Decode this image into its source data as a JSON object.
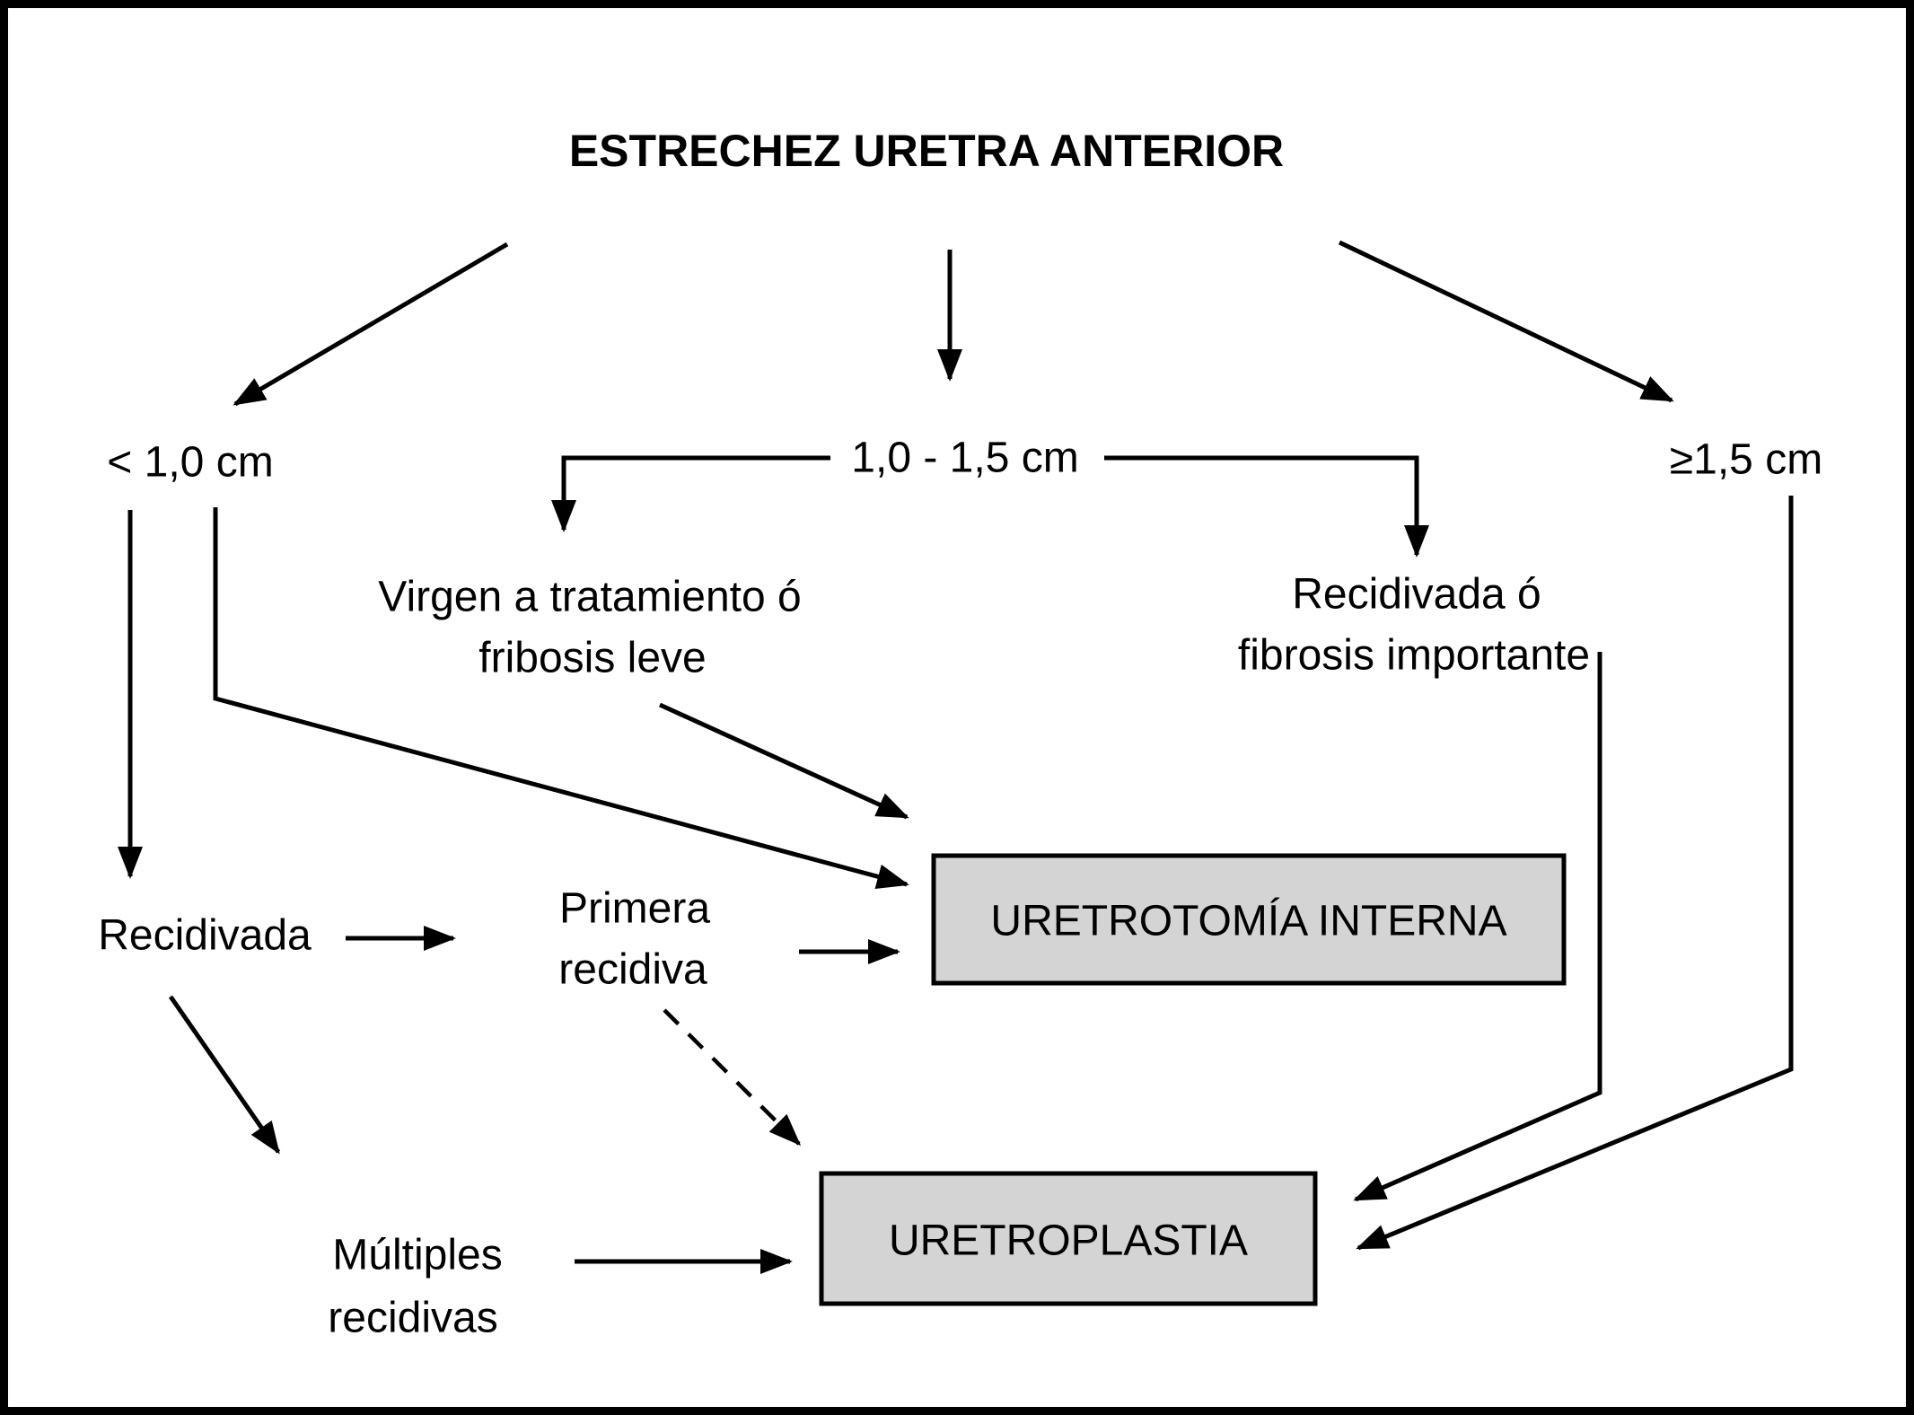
{
  "colors": {
    "background": "#ffffff",
    "line": "#000000",
    "text": "#000000",
    "box_fill": "#d4d4d4",
    "box_border": "#000000",
    "page_border": "#000000"
  },
  "title": {
    "text": "ESTRECHEZ URETRA ANTERIOR"
  },
  "branch_labels": {
    "lt10": "< 1,0 cm",
    "mid": "1,0 - 1,5 cm",
    "ge15": "≥1,5 cm"
  },
  "nodes": {
    "virgen_line1": "Virgen a tratamiento ó",
    "virgen_line2": "fribosis leve",
    "recidivada_fibrosis_line1": "Recidivada ó",
    "recidivada_fibrosis_line2": "fibrosis importante",
    "recidivada": "Recidivada",
    "primera_line1": "Primera",
    "primera_line2": "recidiva",
    "multiples_line1": "Múltiples",
    "multiples_line2": "recidivas"
  },
  "boxes": {
    "uretrotomia": "URETROTOMÍA INTERNA",
    "uretroplastia": "URETROPLASTIA"
  }
}
